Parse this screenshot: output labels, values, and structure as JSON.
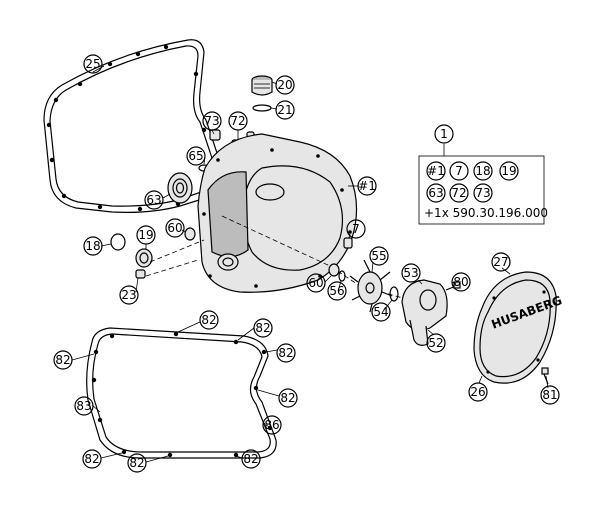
{
  "callouts": {
    "c25": "25",
    "c20": "20",
    "c21": "21",
    "c73a": "73",
    "c72a": "72",
    "c65": "65",
    "c63": "63",
    "c60a": "60",
    "c18": "18",
    "c19": "19",
    "c23": "23",
    "c1": "1",
    "c_hash1": "#1",
    "c7": "7",
    "c55": "55",
    "c60b": "60",
    "c56": "56",
    "c54": "54",
    "c53": "53",
    "c80": "80",
    "c27": "27",
    "c52": "52",
    "c26": "26",
    "c81": "81",
    "c82a": "82",
    "c82b": "82",
    "c82c": "82",
    "c82d": "82",
    "c82e": "82",
    "c82f": "82",
    "c82g": "82",
    "c82h": "82",
    "c83": "83",
    "c86": "86"
  },
  "legend": {
    "items": [
      "#1",
      "7",
      "18",
      "19",
      "63",
      "72",
      "73"
    ],
    "note": "+1x 590.30.196.000"
  },
  "cover_brand": "HUSABERG"
}
